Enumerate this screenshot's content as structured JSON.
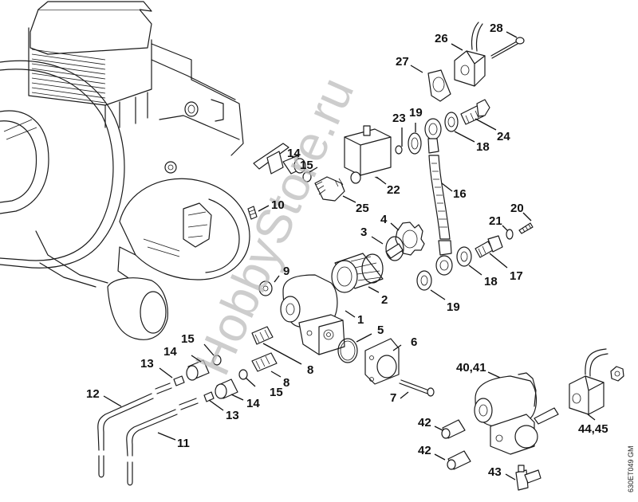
{
  "diagram": {
    "title": "Oil pump assembly exploded view",
    "drawing_ref": "630ET049 GM",
    "watermark": "HobbyStore.ru",
    "colors": {
      "line": "#1a1a1a",
      "background": "#ffffff",
      "watermark": "#bdbdbd"
    },
    "callouts": [
      {
        "id": "c1",
        "text": "1"
      },
      {
        "id": "c2",
        "text": "2"
      },
      {
        "id": "c3",
        "text": "3"
      },
      {
        "id": "c4",
        "text": "4"
      },
      {
        "id": "c5",
        "text": "5"
      },
      {
        "id": "c6",
        "text": "6"
      },
      {
        "id": "c7",
        "text": "7"
      },
      {
        "id": "c8a",
        "text": "8"
      },
      {
        "id": "c8b",
        "text": "8"
      },
      {
        "id": "c9",
        "text": "9"
      },
      {
        "id": "c10",
        "text": "10"
      },
      {
        "id": "c11",
        "text": "11"
      },
      {
        "id": "c12",
        "text": "12"
      },
      {
        "id": "c13a",
        "text": "13"
      },
      {
        "id": "c13b",
        "text": "13"
      },
      {
        "id": "c14a",
        "text": "14"
      },
      {
        "id": "c14b",
        "text": "14"
      },
      {
        "id": "c14c",
        "text": "14"
      },
      {
        "id": "c15a",
        "text": "15"
      },
      {
        "id": "c15b",
        "text": "15"
      },
      {
        "id": "c15c",
        "text": "15"
      },
      {
        "id": "c16",
        "text": "16"
      },
      {
        "id": "c17",
        "text": "17"
      },
      {
        "id": "c18a",
        "text": "18"
      },
      {
        "id": "c18b",
        "text": "18"
      },
      {
        "id": "c19a",
        "text": "19"
      },
      {
        "id": "c19b",
        "text": "19"
      },
      {
        "id": "c20",
        "text": "20"
      },
      {
        "id": "c21",
        "text": "21"
      },
      {
        "id": "c22",
        "text": "22"
      },
      {
        "id": "c23",
        "text": "23"
      },
      {
        "id": "c24",
        "text": "24"
      },
      {
        "id": "c25",
        "text": "25"
      },
      {
        "id": "c26",
        "text": "26"
      },
      {
        "id": "c27",
        "text": "27"
      },
      {
        "id": "c28",
        "text": "28"
      },
      {
        "id": "c4041",
        "text": "40,41"
      },
      {
        "id": "c42a",
        "text": "42"
      },
      {
        "id": "c42b",
        "text": "42"
      },
      {
        "id": "c43",
        "text": "43"
      },
      {
        "id": "c4445",
        "text": "44,45"
      }
    ]
  }
}
